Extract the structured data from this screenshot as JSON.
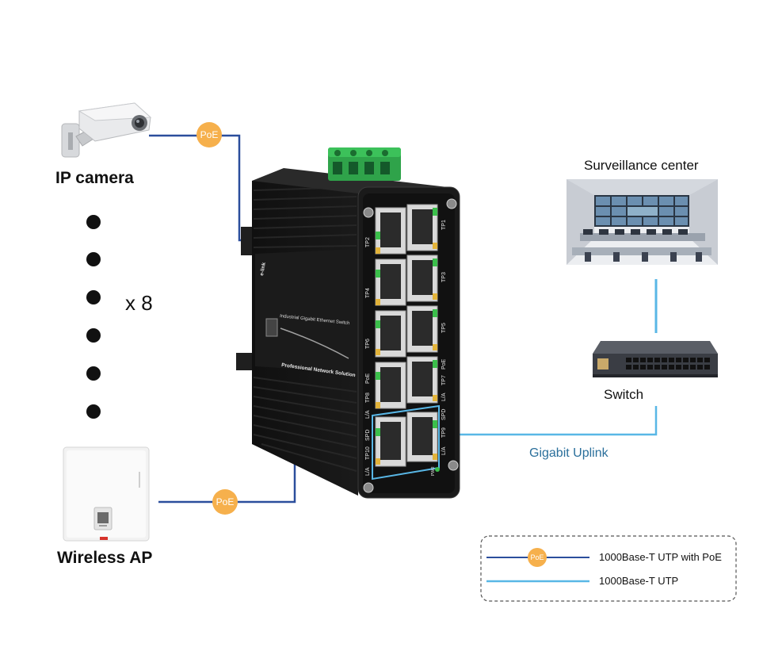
{
  "devices": {
    "ip_camera": "IP camera",
    "wireless_ap": "Wireless AP",
    "multiplier": "x 8",
    "surveillance_center": "Surveillance center",
    "switch": "Switch"
  },
  "links": {
    "poe_badge": "PoE",
    "uplink": "Gigabit Uplink"
  },
  "legend": {
    "poe_badge": "PoE",
    "poe_line_label": "1000Base-T UTP with PoE",
    "utp_line_label": "1000Base-T UTP"
  },
  "industrial_switch": {
    "brand": "e-link",
    "product_name": "Industrial Gigabit Ethernet Switch",
    "slogan": "Professional Network Solution",
    "left_port_labels": [
      "TP2",
      "TP4",
      "TP6",
      "TP8",
      "TP10"
    ],
    "right_port_labels": [
      "TP1",
      "TP3",
      "TP5",
      "TP7",
      "TP9"
    ],
    "mid_left_labels": [
      "PoE",
      "L/A",
      "SPD",
      "L/A"
    ],
    "mid_right_labels": [
      "PoE",
      "L/A",
      "SPD",
      "L/A"
    ],
    "pwr_label": "PWR"
  },
  "colors": {
    "poe_line": "#2b4e9c",
    "utp_line": "#59b7e6",
    "poe_badge": "#f6b04c"
  }
}
